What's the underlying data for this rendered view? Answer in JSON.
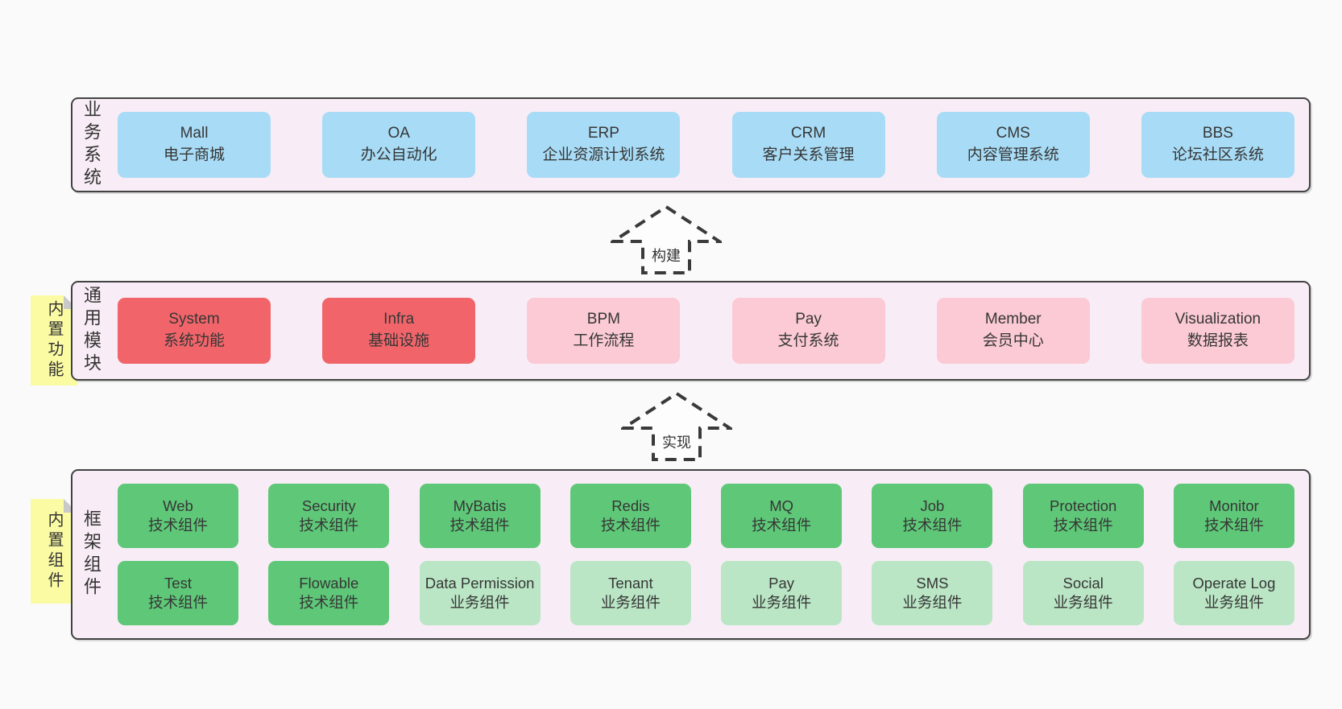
{
  "colors": {
    "page_bg": "#fafafa",
    "band_bg": "#f8edf6",
    "band_border": "#424242",
    "blue_box": "#a8dcf6",
    "red_box": "#f1656a",
    "pink_box": "#fbcad4",
    "green_box": "#5ec878",
    "light_green_box": "#bae6c5",
    "sticky_yellow": "#fbfba4",
    "text": "#363636"
  },
  "arrows": [
    {
      "label": "构建"
    },
    {
      "label": "实现"
    }
  ],
  "bands": [
    {
      "label": "业务系统",
      "boxes": [
        {
          "name": "Mall",
          "desc": "电子商城",
          "variant": "blue"
        },
        {
          "name": "OA",
          "desc": "办公自动化",
          "variant": "blue"
        },
        {
          "name": "ERP",
          "desc": "企业资源计划系统",
          "variant": "blue"
        },
        {
          "name": "CRM",
          "desc": "客户关系管理",
          "variant": "blue"
        },
        {
          "name": "CMS",
          "desc": "内容管理系统",
          "variant": "blue"
        },
        {
          "name": "BBS",
          "desc": "论坛社区系统",
          "variant": "blue"
        }
      ]
    },
    {
      "label": "通用模块",
      "sticky": "内置功能",
      "boxes": [
        {
          "name": "System",
          "desc": "系统功能",
          "variant": "red"
        },
        {
          "name": "Infra",
          "desc": "基础设施",
          "variant": "red"
        },
        {
          "name": "BPM",
          "desc": "工作流程",
          "variant": "pink"
        },
        {
          "name": "Pay",
          "desc": "支付系统",
          "variant": "pink"
        },
        {
          "name": "Member",
          "desc": "会员中心",
          "variant": "pink"
        },
        {
          "name": "Visualization",
          "desc": "数据报表",
          "variant": "pink"
        }
      ]
    },
    {
      "label": "框架组件",
      "sticky": "内置组件",
      "rows": [
        [
          {
            "name": "Web",
            "desc": "技术组件",
            "variant": "green"
          },
          {
            "name": "Security",
            "desc": "技术组件",
            "variant": "green"
          },
          {
            "name": "MyBatis",
            "desc": "技术组件",
            "variant": "green"
          },
          {
            "name": "Redis",
            "desc": "技术组件",
            "variant": "green"
          },
          {
            "name": "MQ",
            "desc": "技术组件",
            "variant": "green"
          },
          {
            "name": "Job",
            "desc": "技术组件",
            "variant": "green"
          },
          {
            "name": "Protection",
            "desc": "技术组件",
            "variant": "green"
          },
          {
            "name": "Monitor",
            "desc": "技术组件",
            "variant": "green"
          }
        ],
        [
          {
            "name": "Test",
            "desc": "技术组件",
            "variant": "green"
          },
          {
            "name": "Flowable",
            "desc": "技术组件",
            "variant": "green"
          },
          {
            "name": "Data Permission",
            "desc": "业务组件",
            "variant": "green-light"
          },
          {
            "name": "Tenant",
            "desc": "业务组件",
            "variant": "green-light"
          },
          {
            "name": "Pay",
            "desc": "业务组件",
            "variant": "green-light"
          },
          {
            "name": "SMS",
            "desc": "业务组件",
            "variant": "green-light"
          },
          {
            "name": "Social",
            "desc": "业务组件",
            "variant": "green-light"
          },
          {
            "name": "Operate Log",
            "desc": "业务组件",
            "variant": "green-light"
          }
        ]
      ]
    }
  ]
}
